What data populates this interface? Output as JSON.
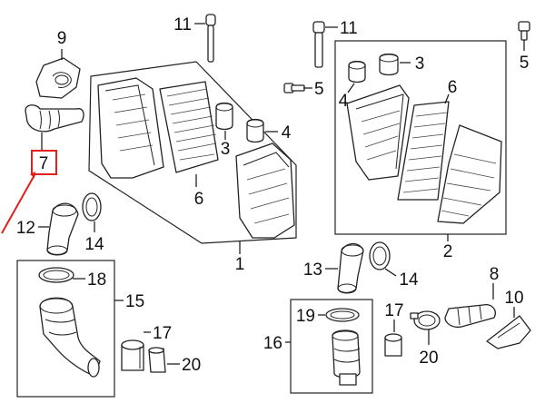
{
  "callouts": {
    "n1": "1",
    "n2": "2",
    "n3a": "3",
    "n3b": "3",
    "n4a": "4",
    "n4b": "4",
    "n5a": "5",
    "n5b": "5",
    "n6a": "6",
    "n6b": "6",
    "n7": "7",
    "n8": "8",
    "n9": "9",
    "n10": "10",
    "n11a": "11",
    "n11b": "11",
    "n12": "12",
    "n13": "13",
    "n14a": "14",
    "n14b": "14",
    "n15": "15",
    "n16": "16",
    "n17a": "17",
    "n17b": "17",
    "n18": "18",
    "n19": "19",
    "n20a": "20",
    "n20b": "20"
  },
  "colors": {
    "highlight": "#e0201c",
    "line": "#222222"
  }
}
